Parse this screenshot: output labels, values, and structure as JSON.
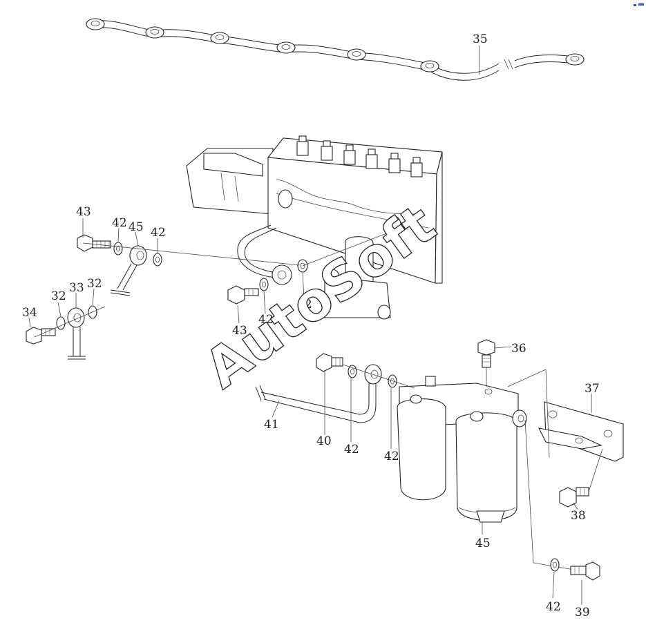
{
  "watermark": "AutoSoft",
  "callouts": {
    "c35": "35",
    "c43a": "43",
    "c42a": "42",
    "c45a": "45",
    "c42b": "42",
    "c34": "34",
    "c32a": "32",
    "c33": "33",
    "c32b": "32",
    "c42c": "42",
    "c43b": "43",
    "c42d": "42",
    "c36": "36",
    "c37": "37",
    "c38": "38",
    "c41": "41",
    "c40": "40",
    "c42e": "42",
    "c42f": "42",
    "c45b": "45",
    "c42g": "42",
    "c39": "39"
  },
  "colors": {
    "ink": "#222222",
    "paper": "#ffffff",
    "corner_mark": "#2a4fbf"
  }
}
